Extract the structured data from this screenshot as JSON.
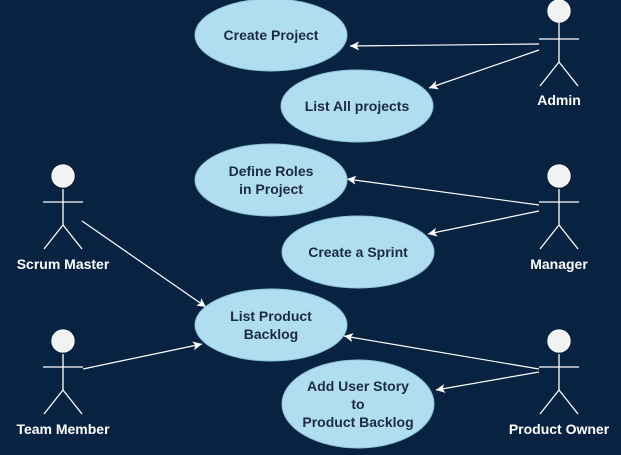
{
  "colors": {
    "background": "#072341",
    "usecase_fill": "#b0def0",
    "usecase_text": "#1b2c3e",
    "actor": "#ffffff"
  },
  "use_cases": [
    {
      "id": "create-project",
      "lines": [
        "Create Project"
      ]
    },
    {
      "id": "list-all-projects",
      "lines": [
        "List All projects"
      ]
    },
    {
      "id": "define-roles",
      "lines": [
        "Define Roles",
        "in Project"
      ]
    },
    {
      "id": "create-sprint",
      "lines": [
        "Create a Sprint"
      ]
    },
    {
      "id": "list-product-backlog",
      "lines": [
        "List Product",
        "Backlog"
      ]
    },
    {
      "id": "add-user-story",
      "lines": [
        "Add User Story",
        "to",
        "Product Backlog"
      ]
    }
  ],
  "actors": [
    {
      "id": "admin",
      "label": "Admin"
    },
    {
      "id": "manager",
      "label": "Manager"
    },
    {
      "id": "product-owner",
      "label": "Product Owner"
    },
    {
      "id": "scrum-master",
      "label": "Scrum Master"
    },
    {
      "id": "team-member",
      "label": "Team Member"
    }
  ],
  "associations": [
    {
      "actor": "admin",
      "usecase": "create-project"
    },
    {
      "actor": "admin",
      "usecase": "list-all-projects"
    },
    {
      "actor": "manager",
      "usecase": "define-roles"
    },
    {
      "actor": "manager",
      "usecase": "create-sprint"
    },
    {
      "actor": "product-owner",
      "usecase": "list-product-backlog"
    },
    {
      "actor": "product-owner",
      "usecase": "add-user-story"
    },
    {
      "actor": "scrum-master",
      "usecase": "list-product-backlog"
    },
    {
      "actor": "team-member",
      "usecase": "list-product-backlog"
    }
  ]
}
